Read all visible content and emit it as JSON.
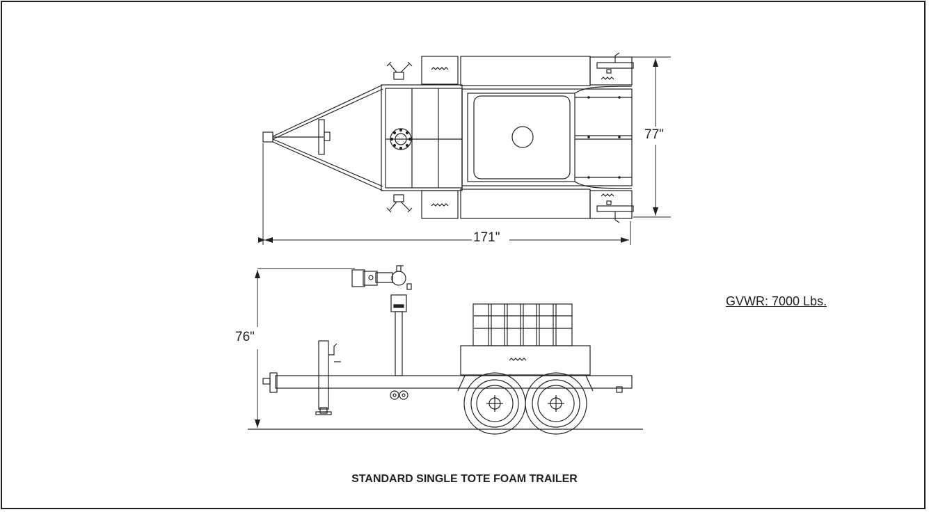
{
  "diagram": {
    "title": "STANDARD SINGLE TOTE FOAM TRAILER",
    "gvwr": "GVWR: 7000 Lbs.",
    "dimensions": {
      "length": "171\"",
      "width": "77\"",
      "height": "76\""
    }
  },
  "colors": {
    "line": "#231f20",
    "background": "#ffffff"
  }
}
